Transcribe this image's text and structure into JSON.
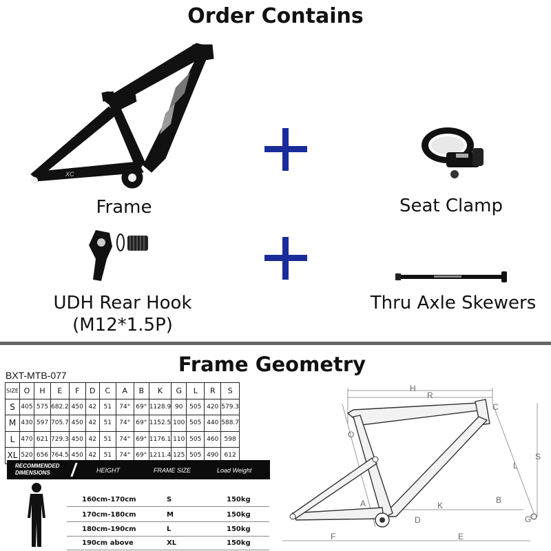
{
  "header": {
    "title": "Order Contains"
  },
  "items": [
    {
      "label": "Frame"
    },
    {
      "label": "Seat Clamp"
    },
    {
      "label": "UDH Rear Hook"
    },
    {
      "label": "(M12*1.5P)"
    },
    {
      "label": "Thru Axle Skewers"
    }
  ],
  "frame_logo": "XC",
  "geometry": {
    "title": "Frame Geometry",
    "model": "BXT-MTB-077",
    "columns": [
      "SIZE",
      "O",
      "H",
      "E",
      "F",
      "D",
      "C",
      "A",
      "B",
      "K",
      "G",
      "L",
      "R",
      "S"
    ],
    "rows": [
      [
        "S",
        "405",
        "575",
        "682.2",
        "450",
        "42",
        "51",
        "74°",
        "69°",
        "1128.9",
        "90",
        "505",
        "420",
        "579.3"
      ],
      [
        "M",
        "430",
        "597",
        "705.7",
        "450",
        "42",
        "51",
        "74°",
        "69°",
        "1152.5",
        "100",
        "505",
        "440",
        "588.7"
      ],
      [
        "L",
        "470",
        "621",
        "729.3",
        "450",
        "42",
        "51",
        "74°",
        "69°",
        "1176.1",
        "110",
        "505",
        "460",
        "598"
      ],
      [
        "XL",
        "520",
        "656",
        "764.5",
        "450",
        "42",
        "51",
        "74°",
        "69°",
        "1211.4",
        "125",
        "505",
        "490",
        "612"
      ]
    ],
    "recommended": {
      "title_line1": "RECOMMENDED",
      "title_line2": "DIMENSIONS",
      "col_height": "HEIGHT",
      "col_size": "FRAME SIZE",
      "col_load": "Load Weight",
      "rows": [
        {
          "height": "160cm-170cm",
          "size": "S",
          "load": "150kg"
        },
        {
          "height": "170cm-180cm",
          "size": "M",
          "load": "150kg"
        },
        {
          "height": "180cm-190cm",
          "size": "L",
          "load": "150kg"
        },
        {
          "height": "190cm above",
          "size": "XL",
          "load": "150kg"
        }
      ]
    },
    "diagram_labels": {
      "H": "H",
      "R": "R",
      "S": "S",
      "C": "C",
      "L": "L",
      "B": "B",
      "A": "A",
      "K": "K",
      "D": "D",
      "F": "F",
      "E": "E",
      "G": "G",
      "O": "O"
    }
  },
  "colors": {
    "plus": "#1a2b9a",
    "frame": "#111111"
  }
}
